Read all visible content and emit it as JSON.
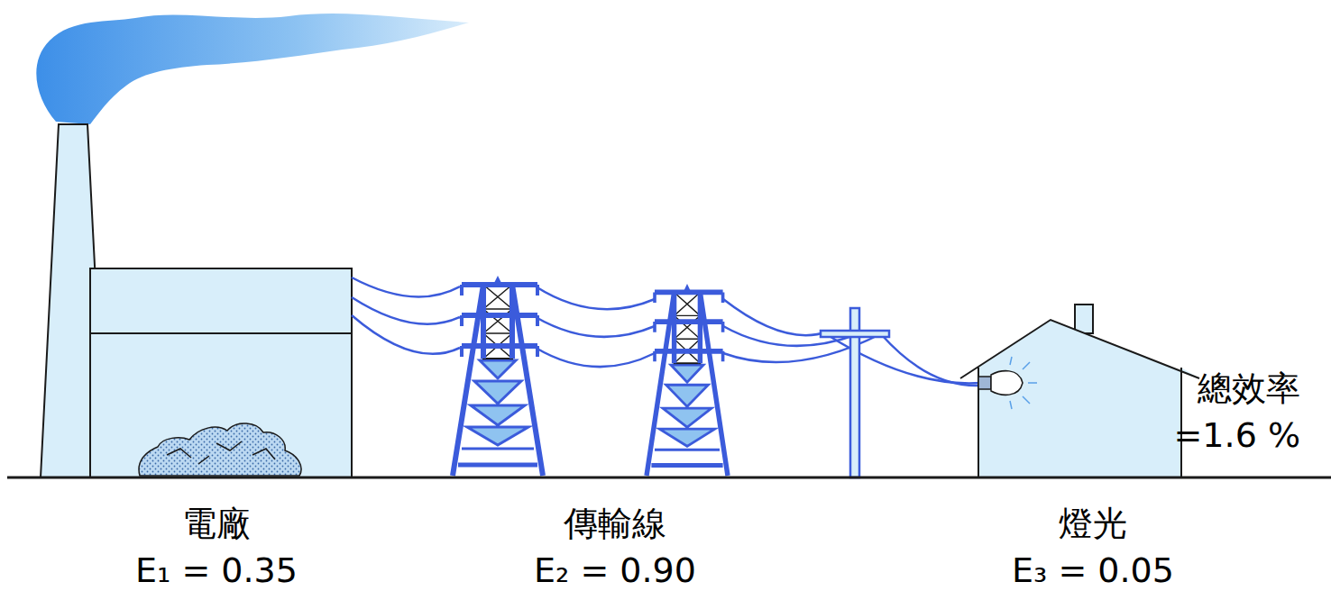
{
  "diagram": {
    "labels": [
      "電廠",
      "E₁ = 0.35",
      "傳輸線",
      "E₂ = 0.90",
      "燈光",
      "E₃ = 0.05",
      "總效率",
      "=1.6 %"
    ]
  }
}
